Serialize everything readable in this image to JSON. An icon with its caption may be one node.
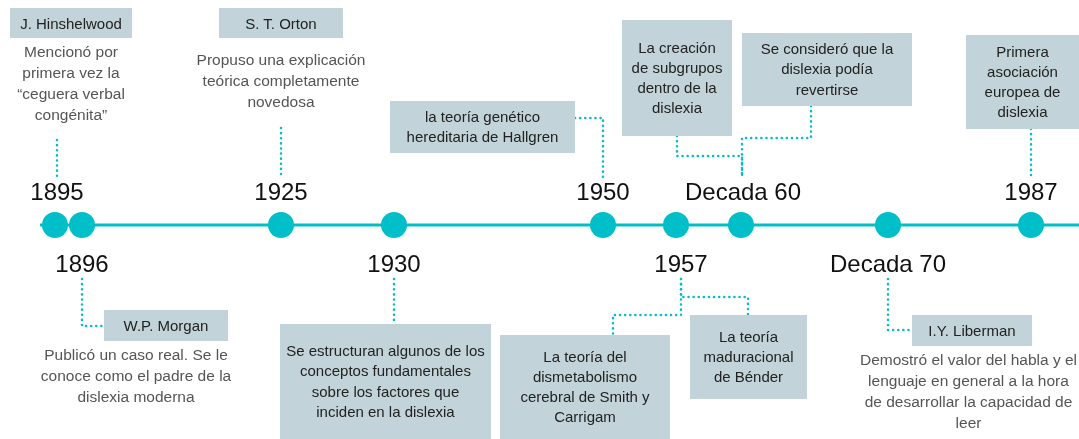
{
  "diagram": {
    "nodes": [
      {
        "text": [
          "J. Hinshelwood",
          "Mencionó por primera vez la “ceguera verbal congénita”"
        ]
      },
      {
        "text": [
          "1895"
        ]
      },
      {
        "text": [
          "S. T. Orton",
          "Propuso una explicación teórica completamente novedosa"
        ]
      },
      {
        "text": [
          "1925"
        ]
      },
      {
        "text": [
          "la teoría genético hereditaria de Hallgren"
        ]
      },
      {
        "text": [
          "1950"
        ]
      },
      {
        "text": [
          "La creación de subgrupos dentro de la dislexia"
        ]
      },
      {
        "text": [
          "Se consideró que la dislexia podía revertirse"
        ]
      },
      {
        "text": [
          "Decada 60"
        ]
      },
      {
        "text": [
          "Primera asociación europea de dislexia"
        ]
      },
      {
        "text": [
          "1987"
        ]
      },
      {
        "text": [
          "1896"
        ]
      },
      {
        "text": [
          "W.P. Morgan",
          "Publicó un caso real. Se le conoce como el padre de la dislexia moderna"
        ]
      },
      {
        "text": [
          "1930"
        ]
      },
      {
        "text": [
          "Se estructuran algunos de los conceptos fundamentales sobre los factores que inciden en la dislexia"
        ]
      },
      {
        "text": [
          "1957"
        ]
      },
      {
        "text": [
          "La teoría del dismetabolismo cerebral de Smith y Carrigam"
        ]
      },
      {
        "text": [
          "La teoría maduracional de Bénder"
        ]
      },
      {
        "text": [
          "Decada 70"
        ]
      },
      {
        "text": [
          "I.Y. Liberman",
          "Demostró el valor del habla y el lenguaje en general a la hora de desarrollar la capacidad de leer"
        ]
      }
    ],
    "edges": [
      {
        "from": 0,
        "to": 1,
        "arrow": "none"
      },
      {
        "from": 2,
        "to": 3,
        "arrow": "none"
      },
      {
        "from": 4,
        "to": 5,
        "arrow": "none"
      },
      {
        "from": 6,
        "to": 8,
        "arrow": "none"
      },
      {
        "from": 7,
        "to": 8,
        "arrow": "none"
      },
      {
        "from": 9,
        "to": 10,
        "arrow": "none"
      },
      {
        "from": 11,
        "to": 12,
        "arrow": "none"
      },
      {
        "from": 13,
        "to": 14,
        "arrow": "none"
      },
      {
        "from": 15,
        "to": 16,
        "arrow": "none"
      },
      {
        "from": 15,
        "to": 17,
        "arrow": "none"
      },
      {
        "from": 18,
        "to": 19,
        "arrow": "none"
      }
    ]
  }
}
